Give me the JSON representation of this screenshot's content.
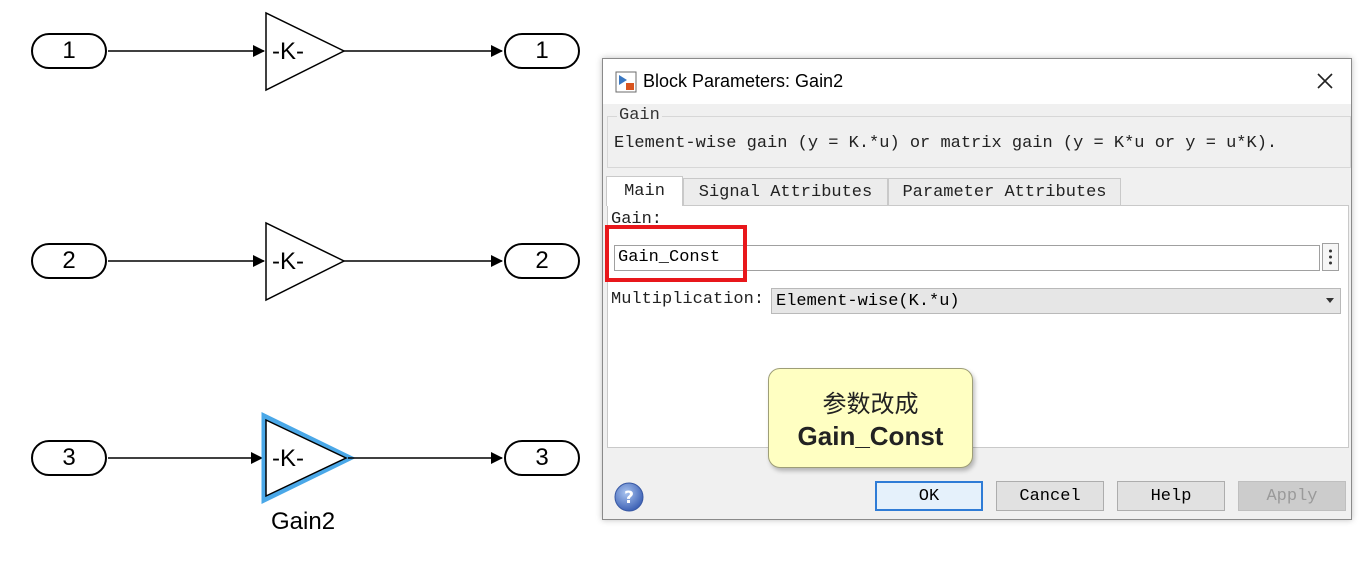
{
  "model": {
    "rows": [
      {
        "in_label": "1",
        "gain_text": "-K-",
        "out_label": "1",
        "selected": false
      },
      {
        "in_label": "2",
        "gain_text": "-K-",
        "out_label": "2",
        "selected": false
      },
      {
        "in_label": "3",
        "gain_text": "-K-",
        "out_label": "3",
        "selected": true
      }
    ],
    "selected_block_name": "Gain2",
    "selection_color": "#4aa8e8"
  },
  "dialog": {
    "title": "Block Parameters: Gain2",
    "group_title": "Gain",
    "description": "Element-wise gain (y = K.*u) or matrix gain (y = K*u or y = u*K).",
    "tabs": [
      {
        "label": "Main",
        "active": true
      },
      {
        "label": "Signal Attributes",
        "active": false
      },
      {
        "label": "Parameter Attributes",
        "active": false
      }
    ],
    "gain_label": "Gain:",
    "gain_value": "Gain_Const",
    "multiplication_label": "Multiplication:",
    "multiplication_value": "Element-wise(K.*u)",
    "buttons": {
      "ok": "OK",
      "cancel": "Cancel",
      "help": "Help",
      "apply": "Apply"
    },
    "icons": [
      "app-icon",
      "close-icon",
      "more-options-icon",
      "dropdown-caret-icon",
      "help-icon"
    ]
  },
  "annotation": {
    "line1": "参数改成",
    "line2": "Gain_Const",
    "highlight_color": "#e8171b"
  }
}
